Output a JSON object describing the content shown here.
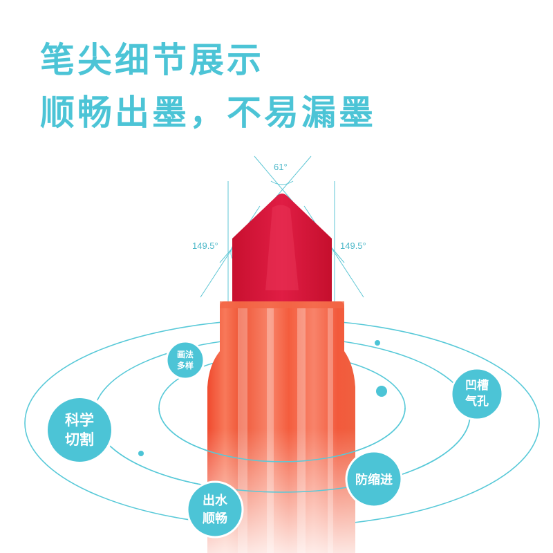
{
  "headline": {
    "line1": "笔尖细节展示",
    "line2": "顺畅出墨，不易漏墨"
  },
  "angles": {
    "top": "61°",
    "left": "149.5°",
    "right": "149.5°"
  },
  "features": [
    {
      "line1": "画法",
      "line2": "多样"
    },
    {
      "line1": "科学",
      "line2": "切割"
    },
    {
      "line1": "凹槽",
      "line2": "气孔"
    },
    {
      "line1": "防缩进",
      "line2": ""
    },
    {
      "line1": "出水",
      "line2": "顺畅"
    }
  ],
  "colors": {
    "accent": "#4cc4d6",
    "tip": "#d7183a",
    "body": "#f0603f"
  }
}
